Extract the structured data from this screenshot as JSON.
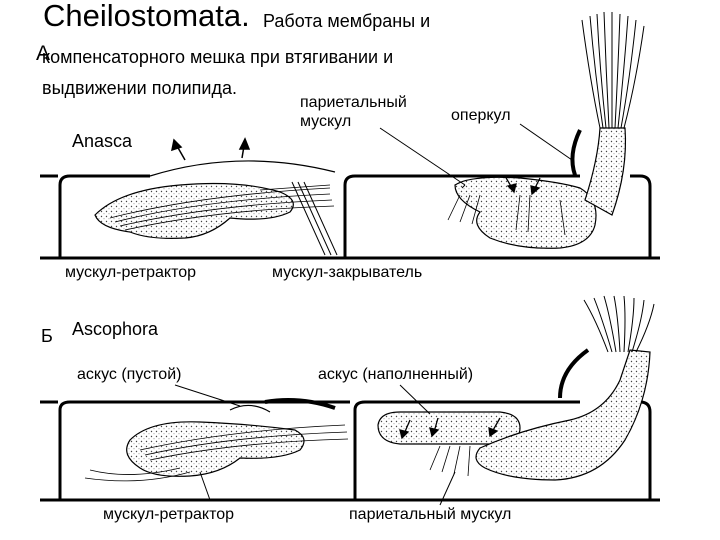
{
  "title": {
    "main": "Cheilostomata.",
    "rest": "Работа мембраны и",
    "line2": "компенсаторного мешка при втягивании и",
    "line3": "выдвижении полипида."
  },
  "section_a": {
    "letter": "А",
    "name": "Anasca",
    "labels": {
      "parietal_muscle": [
        "париетальный",
        "мускул"
      ],
      "operculum": "оперкул",
      "retractor_muscle": "мускул-ретрактор",
      "occlusor_muscle": "мускул-закрыватель"
    }
  },
  "section_b": {
    "letter": "Б",
    "name": "Ascophora",
    "labels": {
      "ascus_empty": "аскус (пустой)",
      "ascus_filled": "аскус (наполненный)",
      "retractor_muscle": "мускул-ретрактор",
      "parietal_muscle": "париетальный мускул"
    }
  }
}
